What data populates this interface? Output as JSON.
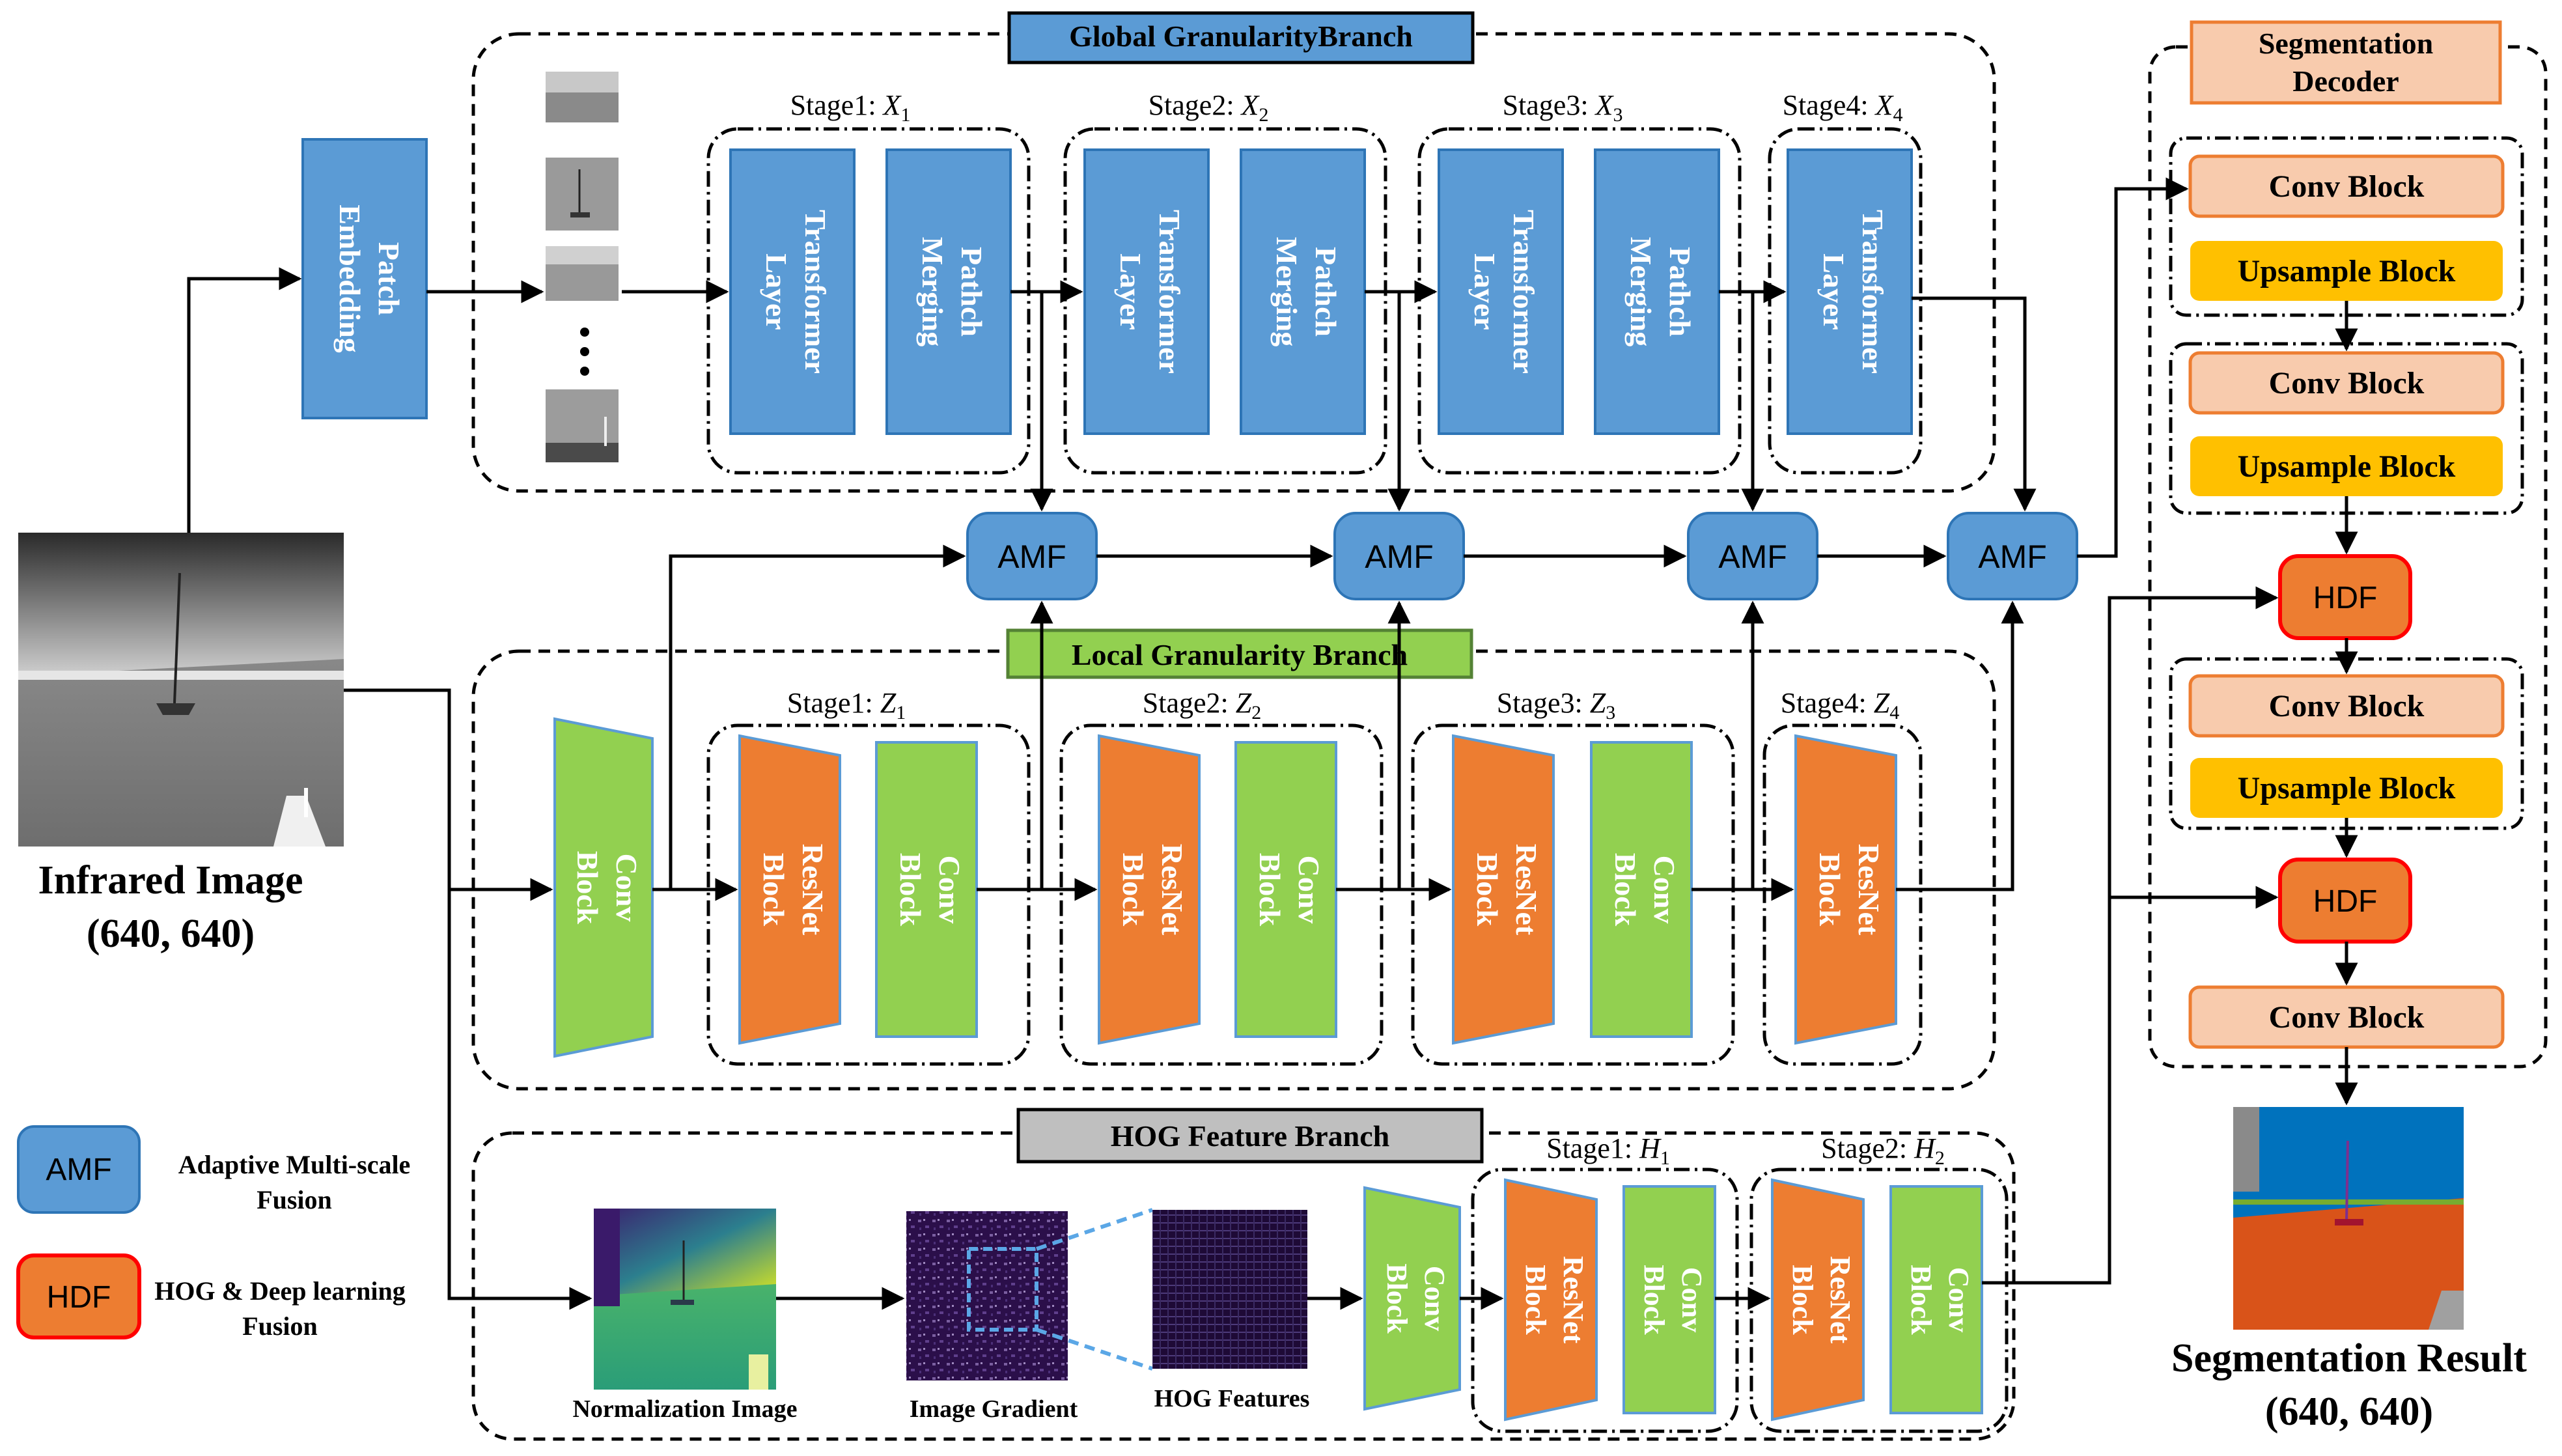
{
  "input": {
    "title": "Infrared Image",
    "size": "(640, 640)"
  },
  "global_branch": {
    "title": "Global GranularityBranch",
    "patch_embedding": [
      "Patch",
      "Embedding"
    ],
    "stages": [
      {
        "label": "Stage1: ",
        "var": "X",
        "sub": "1"
      },
      {
        "label": "Stage2: ",
        "var": "X",
        "sub": "2"
      },
      {
        "label": "Stage3: ",
        "var": "X",
        "sub": "3"
      },
      {
        "label": "Stage4: ",
        "var": "X",
        "sub": "4"
      }
    ],
    "transformer": [
      "Transformer",
      "Layer"
    ],
    "merging": [
      "Pathch",
      "Merging"
    ]
  },
  "local_branch": {
    "title": "Local Granularity Branch",
    "stages": [
      {
        "label": "Stage1: ",
        "var": "Z",
        "sub": "1"
      },
      {
        "label": "Stage2: ",
        "var": "Z",
        "sub": "2"
      },
      {
        "label": "Stage3: ",
        "var": "Z",
        "sub": "3"
      },
      {
        "label": "Stage4: ",
        "var": "Z",
        "sub": "4"
      }
    ],
    "conv": [
      "Conv",
      "Block"
    ],
    "resnet": [
      "ResNet",
      "Block"
    ]
  },
  "amf": "AMF",
  "hdf": "HDF",
  "hog_branch": {
    "title": "HOG Feature Branch",
    "stages": [
      {
        "label": "Stage1: ",
        "var": "H",
        "sub": "1"
      },
      {
        "label": "Stage2: ",
        "var": "H",
        "sub": "2"
      }
    ],
    "normalization": "Normalization Image",
    "gradient": "Image Gradient",
    "features": "HOG Features"
  },
  "decoder": {
    "title": [
      "Segmentation",
      "Decoder"
    ],
    "conv": "Conv Block",
    "upsample": "Upsample Block"
  },
  "legend": {
    "amf": [
      "Adaptive Multi-scale",
      "Fusion"
    ],
    "hdf": [
      "HOG & Deep learning",
      "Fusion"
    ]
  },
  "output": {
    "title": "Segmentation Result",
    "size": "(640, 640)"
  },
  "colors": {
    "blue": "#5B9BD5",
    "blue_border": "#2E75B6",
    "green": "#92D050",
    "orange": "#ED7D31",
    "peach": "#F8CBAD",
    "yellow": "#FFC000",
    "gray": "#BFBFBF",
    "red_border": "#FF0000"
  }
}
